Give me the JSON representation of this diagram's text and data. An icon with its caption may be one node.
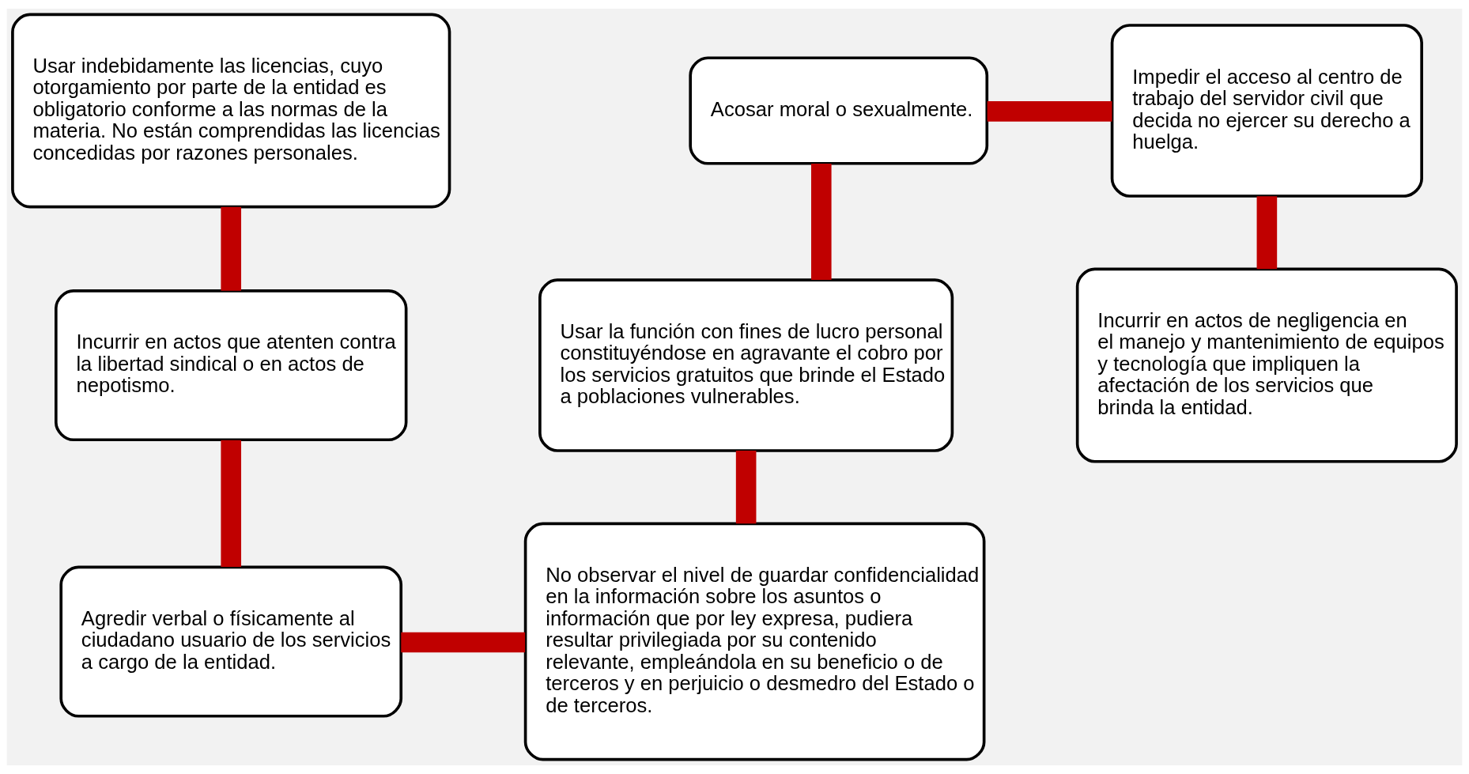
{
  "diagram": {
    "nodes": [
      {
        "text": [
          "Usar indebidamente las licencias, cuyo otorgamiento por parte de la entidad es obligatorio conforme a las normas de la materia. No están comprendidas las licencias concedidas por razones personales."
        ]
      },
      {
        "text": [
          "Incurrir en actos que atenten contra la libertad sindical o en actos de nepotismo."
        ]
      },
      {
        "text": [
          "Agredir verbal o físicamente al ciudadano usuario de los servicios a cargo de la entidad."
        ]
      },
      {
        "text": [
          "No observar el nivel de guardar confidencialidad en la información sobre los asuntos o información que por ley expresa, pudiera resultar privilegiada por su contenido relevante, empleándola en su beneficio o de terceros y en perjuicio o desmedro del Estado o de terceros."
        ]
      },
      {
        "text": [
          "Usar la función con fines de lucro personal constituyéndose en agravante el cobro por los servicios gratuitos que brinde el Estado a poblaciones vulnerables."
        ]
      },
      {
        "text": [
          "Acosar moral o sexualmente."
        ]
      },
      {
        "text": [
          "Impedir el acceso al centro de trabajo del servidor civil que decida no ejercer su derecho a huelga."
        ]
      },
      {
        "text": [
          "Incurrir en actos de negligencia en el manejo y mantenimiento de equipos y tecnología que impliquen la afectación de los servicios que brinda la entidad."
        ]
      }
    ],
    "edges": [
      {
        "from": 0,
        "to": 1,
        "arrow": "none"
      },
      {
        "from": 1,
        "to": 2,
        "arrow": "none"
      },
      {
        "from": 2,
        "to": 3,
        "arrow": "none"
      },
      {
        "from": 3,
        "to": 4,
        "arrow": "none"
      },
      {
        "from": 4,
        "to": 5,
        "arrow": "none"
      },
      {
        "from": 5,
        "to": 6,
        "arrow": "none"
      },
      {
        "from": 6,
        "to": 7,
        "arrow": "none"
      }
    ]
  }
}
